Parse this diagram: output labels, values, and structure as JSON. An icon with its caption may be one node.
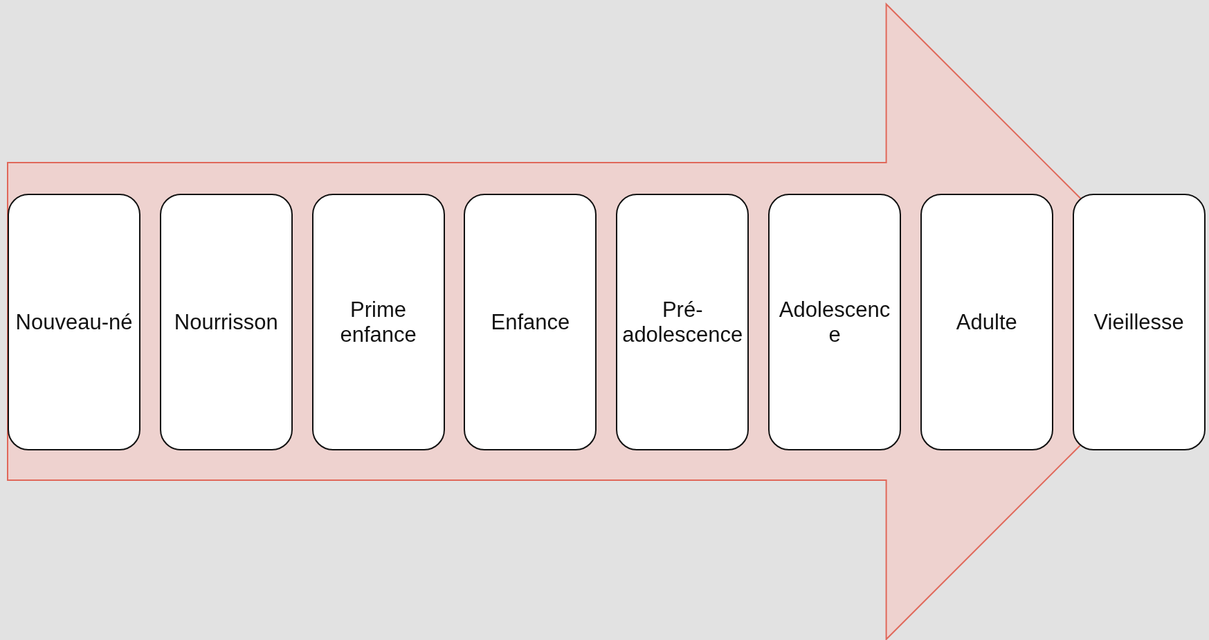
{
  "diagram": {
    "nodes": [
      {
        "text": [
          "Nouveau-né"
        ]
      },
      {
        "text": [
          "Nourrisson"
        ]
      },
      {
        "text": [
          "Prime enfance"
        ]
      },
      {
        "text": [
          "Enfance"
        ]
      },
      {
        "text": [
          "Pré-adolescence"
        ]
      },
      {
        "text": [
          "Adolescence"
        ]
      },
      {
        "text": [
          "Adulte"
        ]
      },
      {
        "text": [
          "Vieillesse"
        ]
      }
    ],
    "edges": [
      {
        "from": 0,
        "to": 7,
        "arrow": "to"
      }
    ]
  }
}
